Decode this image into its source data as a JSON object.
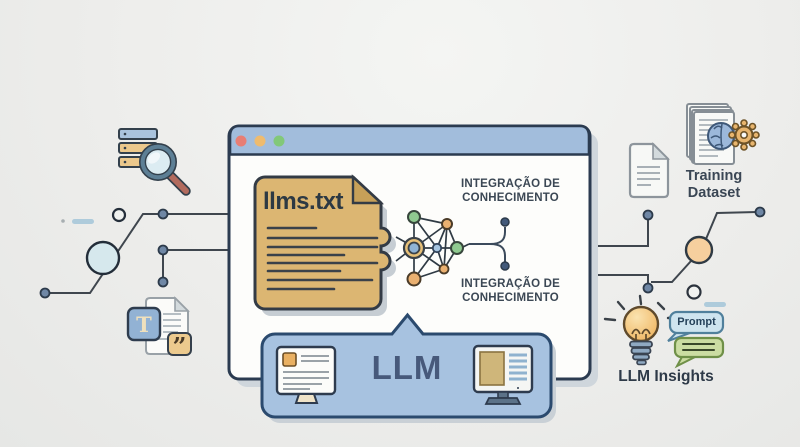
{
  "browser": {
    "traffic_lights": {
      "red": "#e87e74",
      "yellow": "#eebb6e",
      "green": "#82c879"
    }
  },
  "document": {
    "filename": "llms.txt"
  },
  "integration_label": {
    "line1": "INTEGRAÇÃO DE",
    "line2": "CONHECIMENTO"
  },
  "banner": {
    "label": "LLM"
  },
  "training": {
    "line1": "Training",
    "line2": "Dataset"
  },
  "insights": {
    "prompt": "Prompt",
    "label": "LLM Insights"
  },
  "glyphs": {
    "typography": "T",
    "quote": "”"
  },
  "icons": [
    "server-search-icon",
    "magnifier-icon",
    "text-document-icon",
    "document-icon",
    "training-dataset-icon",
    "brain-icon",
    "gear-icon",
    "lightbulb-icon",
    "prompt-bubble-icon",
    "chat-bubble-icon",
    "knowledge-graph-icon",
    "left-monitor-icon",
    "right-monitor-icon"
  ],
  "colors": {
    "background": "#ededeb",
    "window_titlebar": "#a2bddc",
    "window_border": "#2b3b50",
    "document_tan": "#dcb672",
    "banner_blue": "#a7c2e0",
    "banner_border": "#2b4a6e",
    "node_green": "#8fca90",
    "node_orange": "#eab070",
    "node_blue": "#8fb3d6",
    "circuit_line": "#3f464e",
    "circuit_dot": "#6f87a5"
  }
}
